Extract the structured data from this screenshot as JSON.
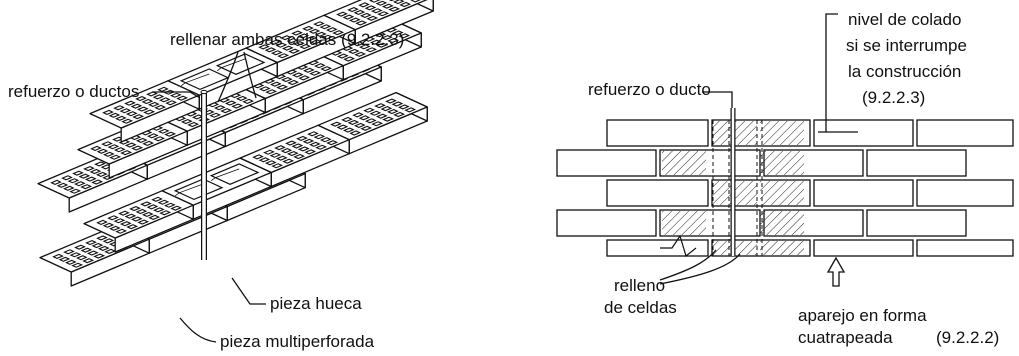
{
  "left_figure": {
    "label_fill_both": "rellenar ambas celdas (9.2.2.3)",
    "label_reinforcement": "refuerzo o ductos",
    "label_hollow_unit": "pieza hueca",
    "label_multiperforated_unit": "pieza multiperforada"
  },
  "right_figure": {
    "label_pour_level_1": "nivel de colado",
    "label_pour_level_2": "si se interrumpe",
    "label_pour_level_3": "la construcción",
    "label_pour_level_ref": "(9.2.2.3)",
    "label_reinforcement": "refuerzo o ducto",
    "label_fill_1": "relleno",
    "label_fill_2": "de celdas",
    "label_bond_1": "aparejo en forma",
    "label_bond_2": "cuatrapeada",
    "label_bond_ref": "(9.2.2.2)"
  }
}
